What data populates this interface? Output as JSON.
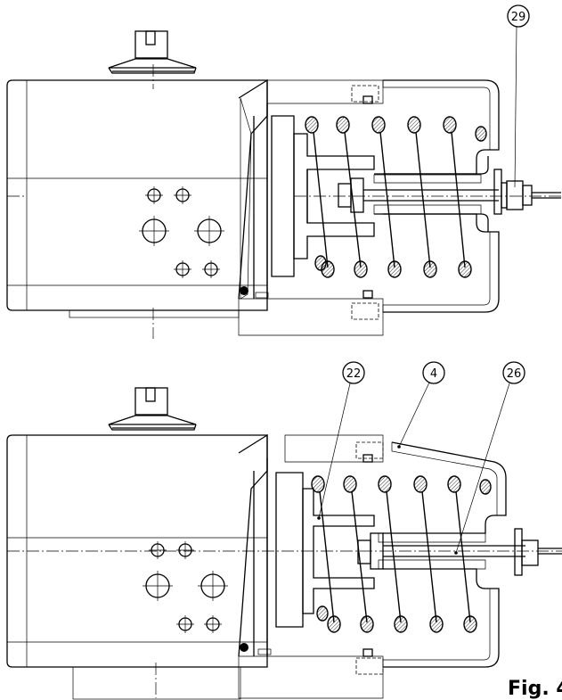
{
  "figure": {
    "label": "Fig. 4"
  },
  "callouts": [
    {
      "id": "29"
    },
    {
      "id": "22"
    },
    {
      "id": "4"
    },
    {
      "id": "26"
    }
  ],
  "icons": {
    "hatch": "section-hatch-pattern",
    "spring": "compression-spring-coil"
  },
  "colors": {
    "ink": "#000000",
    "paper": "#ffffff"
  }
}
